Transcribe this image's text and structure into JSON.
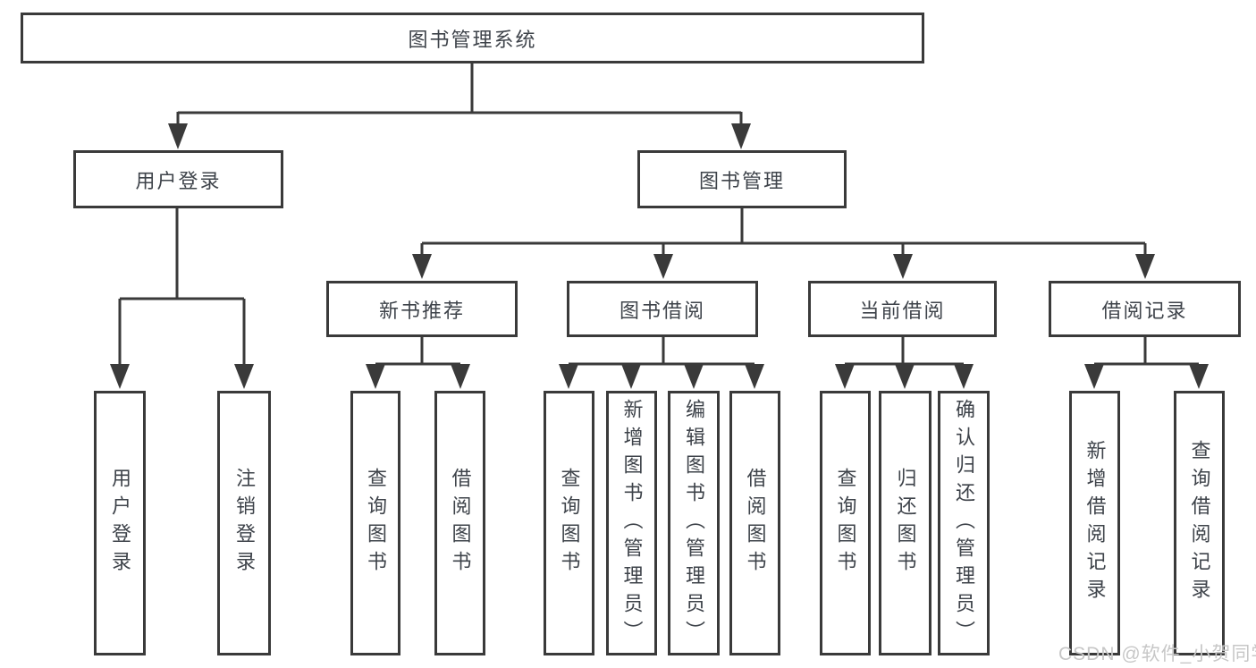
{
  "diagram": {
    "root": "图书管理系统",
    "level2": [
      "用户登录",
      "图书管理"
    ],
    "level3": [
      "新书推荐",
      "图书借阅",
      "当前借阅",
      "借阅记录"
    ],
    "leaves": [
      [
        "用户登录",
        "注销登录"
      ],
      [
        "查询图书",
        "借阅图书"
      ],
      [
        "查询图书",
        "新增图书（管理员）",
        "编辑图书（管理员）",
        "借阅图书"
      ],
      [
        "查询图书",
        "归还图书",
        "确认归还（管理员）"
      ],
      [
        "新增借阅记录",
        "查询借阅记录"
      ]
    ]
  },
  "colors": {
    "line": "#3a3a3a",
    "text": "#3e434a",
    "background": "#ffffff",
    "watermark": "#c7c7c7"
  },
  "watermark": "CSDN @软件_小贺同学"
}
